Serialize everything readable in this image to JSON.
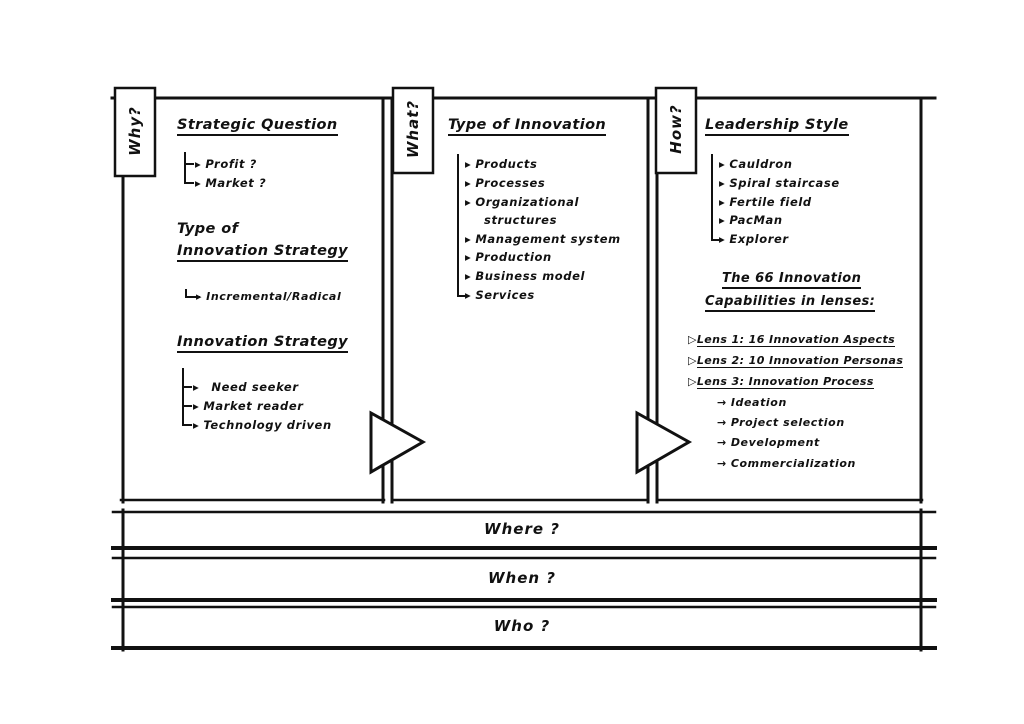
{
  "columns": [
    {
      "tab": "Why?",
      "sections": [
        {
          "heading": "Strategic Question",
          "items": [
            "Profit ?",
            "Market ?"
          ]
        },
        {
          "heading_lines": [
            "Type of",
            "Innovation Strategy"
          ],
          "items": [
            "Incremental/Radical"
          ]
        },
        {
          "heading": "Innovation Strategy",
          "items": [
            "Need seeker",
            "Market reader",
            "Technology driven"
          ]
        }
      ]
    },
    {
      "tab": "What?",
      "sections": [
        {
          "heading": "Type of Innovation",
          "items": [
            "Products",
            "Processes",
            "Organizational",
            "structures",
            "Management system",
            "Production",
            "Business model",
            "Services"
          ]
        }
      ]
    },
    {
      "tab": "How?",
      "sections": [
        {
          "heading": "Leadership Style",
          "items": [
            "Cauldron",
            "Spiral staircase",
            "Fertile field",
            "PacMan",
            "Explorer"
          ]
        },
        {
          "heading_lines": [
            "The 66 Innovation",
            "Capabilities in lenses:"
          ],
          "lenses": [
            "Lens 1: 16 Innovation Aspects",
            "Lens 2: 10 Innovation Personas",
            "Lens 3: Innovation Process"
          ],
          "process_steps": [
            "Ideation",
            "Project selection",
            "Development",
            "Commercialization"
          ]
        }
      ]
    }
  ],
  "bands": [
    "Where ?",
    "When ?",
    "Who ?"
  ]
}
